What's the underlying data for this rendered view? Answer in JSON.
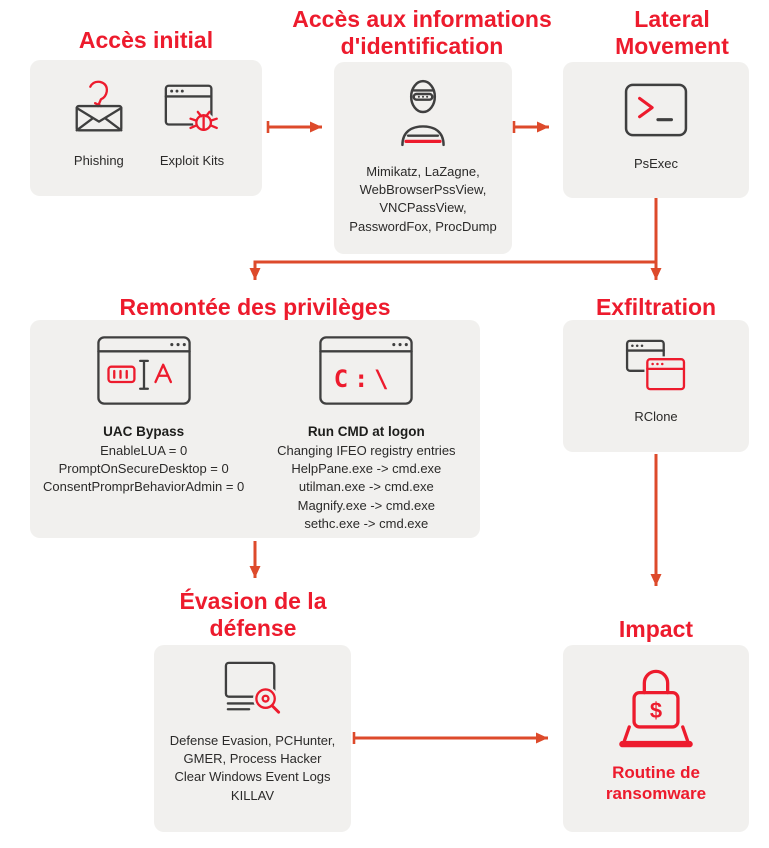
{
  "colors": {
    "title_red": "#ed1b2d",
    "accent_red": "#ed1b2d",
    "arrow": "#dd4a2b",
    "card_bg": "#f1f0ee",
    "icon_dark": "#3f3f3f",
    "text_dark": "#2b2a29"
  },
  "stages": {
    "initial": {
      "title": "Accès initial",
      "items": [
        {
          "icon": "phishing-envelope-hook-icon",
          "label": "Phishing"
        },
        {
          "icon": "browser-bug-icon",
          "label": "Exploit Kits"
        }
      ]
    },
    "credential": {
      "title": "Accès aux informations d'identification",
      "icon": "hacker-icon",
      "tools": [
        "Mimikatz, LaZagne,",
        "WebBrowserPssView,",
        "VNCPassView,",
        "PasswordFox, ProcDump"
      ]
    },
    "lateral": {
      "title": "Lateral Movement",
      "icon": "terminal-icon",
      "tool": "PsExec"
    },
    "privilege": {
      "title": "Remontée des privilèges",
      "uac": {
        "icon": "uac-slider-window-icon",
        "heading": "UAC Bypass",
        "details": [
          "EnableLUA = 0",
          "PromptOnSecureDesktop = 0",
          "ConsentPromprBehaviorAdmin = 0"
        ]
      },
      "cmd": {
        "icon": "cmd-window-icon",
        "icon_text": "C:\\",
        "heading": "Run CMD at logon",
        "details": [
          "Changing IFEO registry entries",
          "HelpPane.exe -> cmd.exe",
          "utilman.exe -> cmd.exe",
          "Magnify.exe -> cmd.exe",
          "sethc.exe -> cmd.exe"
        ]
      }
    },
    "exfiltration": {
      "title": "Exfiltration",
      "icon": "overlapping-windows-icon",
      "tool": "RClone"
    },
    "evasion": {
      "title": "Évasion de la défense",
      "icon": "monitor-magnifier-icon",
      "tools": [
        "Defense Evasion, PCHunter,",
        "GMER, Process Hacker",
        "Clear Windows Event Logs",
        "KILLAV"
      ]
    },
    "impact": {
      "title": "Impact",
      "icon": "ransomware-lock-laptop-icon",
      "icon_text": "$",
      "label": "Routine de ransomware"
    }
  }
}
